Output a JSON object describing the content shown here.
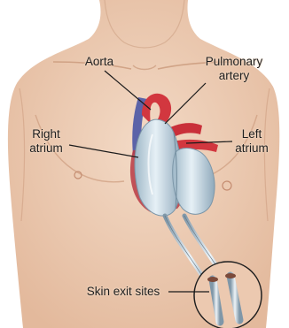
{
  "labels": {
    "aorta": "Aorta",
    "pulmonary_artery": "Pulmonary\nartery",
    "right_atrium": "Right\natrium",
    "left_atrium": "Left\natrium",
    "skin_exit_sites": "Skin exit sites"
  },
  "colors": {
    "skin": "#edccb4",
    "skin_shadow": "#d8ad92",
    "background": "#ffffff",
    "device": "#c9dbe6",
    "device_shadow": "#8aa6b8",
    "heart_red": "#d2373f",
    "vein_blue": "#5b63a8",
    "leader_line": "#1a1a1a"
  }
}
